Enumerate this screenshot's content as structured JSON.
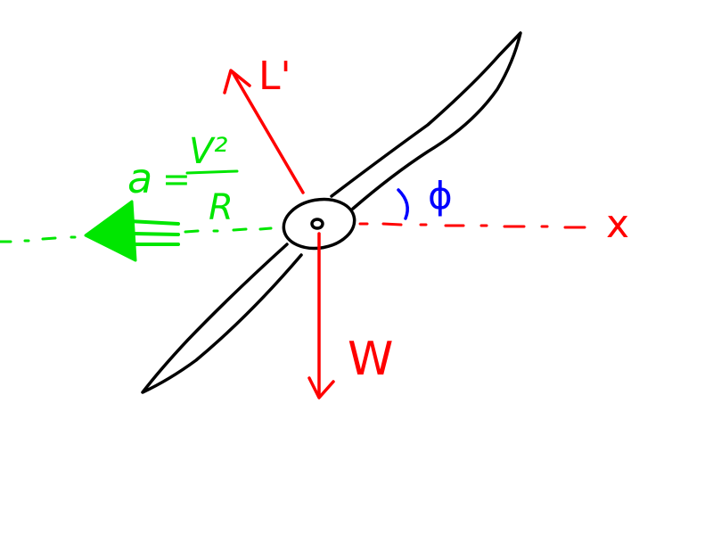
{
  "labels": {
    "lift": "L'",
    "angle": "ϕ",
    "axis": "x",
    "weight": "W",
    "accel_lhs": "a",
    "accel_eq": "=",
    "accel_num": "V²",
    "accel_den": "R"
  },
  "colors": {
    "background": "#ffffff",
    "wing": "#000000",
    "force": "#ff0000",
    "angle": "#0000ff",
    "acceleration": "#00e600"
  }
}
